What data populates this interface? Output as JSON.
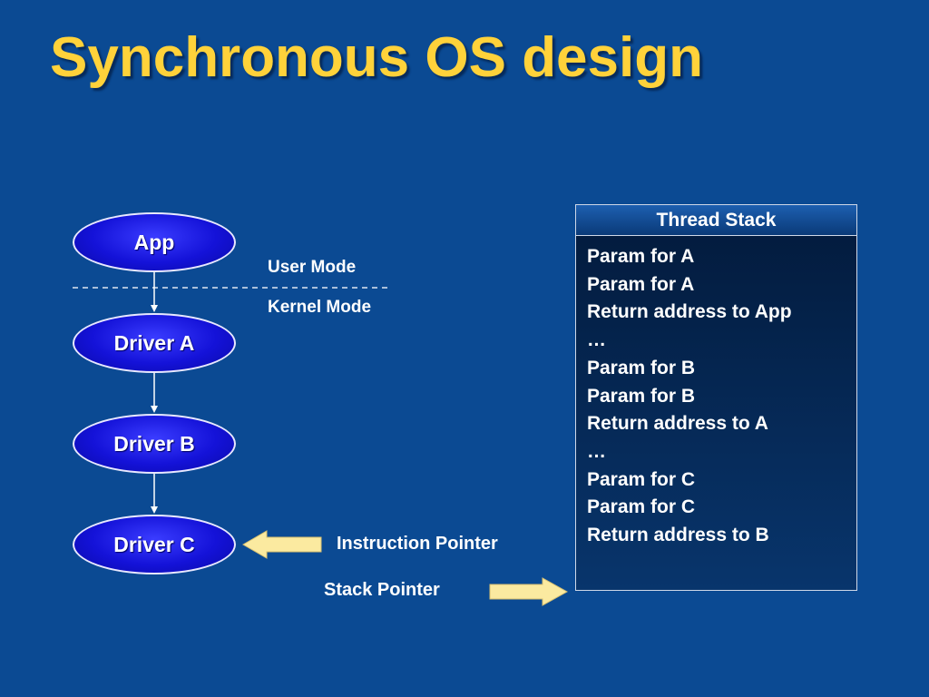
{
  "slide": {
    "title": "Synchronous OS design"
  },
  "diagram": {
    "nodes": [
      {
        "id": "app",
        "label": "App"
      },
      {
        "id": "driver-a",
        "label": "Driver A"
      },
      {
        "id": "driver-b",
        "label": "Driver B"
      },
      {
        "id": "driver-c",
        "label": "Driver C"
      }
    ],
    "modes": {
      "user": "User Mode",
      "kernel": "Kernel  Mode"
    },
    "pointers": {
      "instruction": "Instruction Pointer",
      "stack": "Stack Pointer"
    },
    "thread_stack": {
      "header": "Thread Stack",
      "entries": [
        "Param for A",
        "Param for A",
        "Return address to App",
        "…",
        "Param for B",
        "Param for B",
        "Return  address to A",
        "…",
        "Param for C",
        "Param for C",
        "Return address to B"
      ]
    },
    "colors": {
      "background": "#0b4a93",
      "title": "#ffd23a",
      "node_fill": "#1412d8",
      "pointer_arrow": "#fbeaa0"
    }
  }
}
